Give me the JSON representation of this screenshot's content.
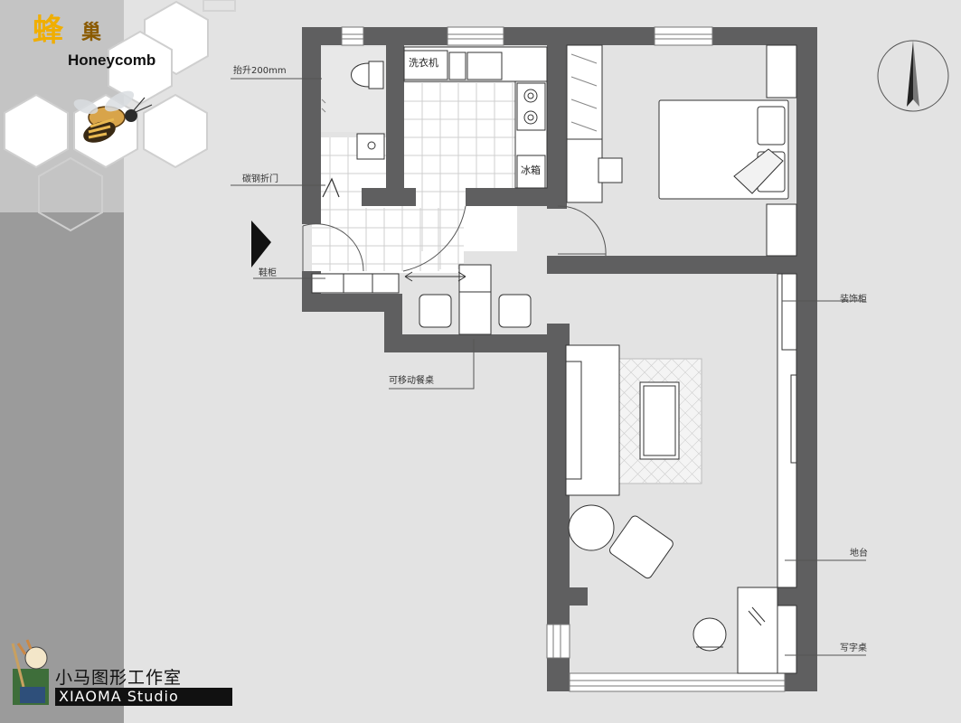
{
  "brand": {
    "chinese_char1": "蜂",
    "chinese_char2": "巢",
    "english": "Honeycomb"
  },
  "studio": {
    "chinese": "小马图形工作室",
    "english": "XIAOMA Studio"
  },
  "annotations": {
    "raise": "抬升200mm",
    "folding_door": "碳钢折门",
    "shoe_cabinet": "鞋柜",
    "movable_table": "可移动餐桌",
    "deco_cabinet": "装饰柜",
    "floor_platform": "地台",
    "desk": "写字桌"
  },
  "room_labels": {
    "washer": "洗衣机",
    "fridge": "冰箱"
  },
  "colors": {
    "wall": "#5f5f60",
    "floor": "#e3e3e3",
    "sidebar": "#9b9b9b",
    "brand_gold": "#f0ae00"
  },
  "icons": [
    "north-arrow-icon",
    "entrance-arrow-icon",
    "bee-icon",
    "mascot-icon"
  ]
}
